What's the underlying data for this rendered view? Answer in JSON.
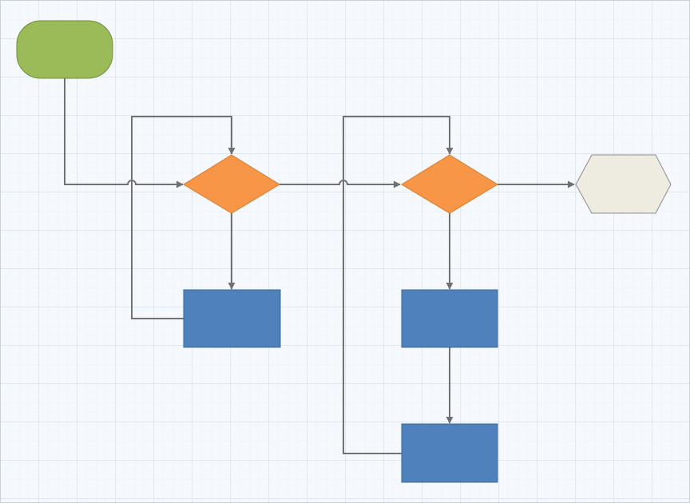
{
  "diagram": {
    "type": "flowchart",
    "background": "#f5f9fd",
    "grid": true,
    "colors": {
      "grid_minor": "#dce5ee",
      "grid_major": "#c9d5e1",
      "connector": "#717171",
      "start_fill": "#9bbb59",
      "start_stroke": "#6f8c39",
      "decision_fill": "#f79646",
      "decision_stroke": "#d97a2a",
      "process_fill": "#4f81bd",
      "process_stroke": "#3d6696",
      "end_fill": "#eeece1",
      "end_stroke": "#8c8c8c"
    },
    "nodes": [
      {
        "id": "start",
        "shape": "terminator",
        "label": ""
      },
      {
        "id": "decision-1",
        "shape": "decision",
        "label": ""
      },
      {
        "id": "process-1",
        "shape": "process",
        "label": ""
      },
      {
        "id": "decision-2",
        "shape": "decision",
        "label": ""
      },
      {
        "id": "process-2",
        "shape": "process",
        "label": ""
      },
      {
        "id": "process-3",
        "shape": "process",
        "label": ""
      },
      {
        "id": "end",
        "shape": "preparation",
        "label": ""
      }
    ],
    "connectors": [
      {
        "from": "start",
        "to": "decision-1",
        "label": ""
      },
      {
        "from": "decision-1",
        "to": "process-1",
        "label": ""
      },
      {
        "from": "process-1",
        "to": "decision-1",
        "label": ""
      },
      {
        "from": "decision-1",
        "to": "decision-2",
        "label": ""
      },
      {
        "from": "decision-2",
        "to": "process-2",
        "label": ""
      },
      {
        "from": "process-2",
        "to": "process-3",
        "label": ""
      },
      {
        "from": "process-3",
        "to": "decision-2",
        "label": ""
      },
      {
        "from": "decision-2",
        "to": "end",
        "label": ""
      }
    ]
  }
}
